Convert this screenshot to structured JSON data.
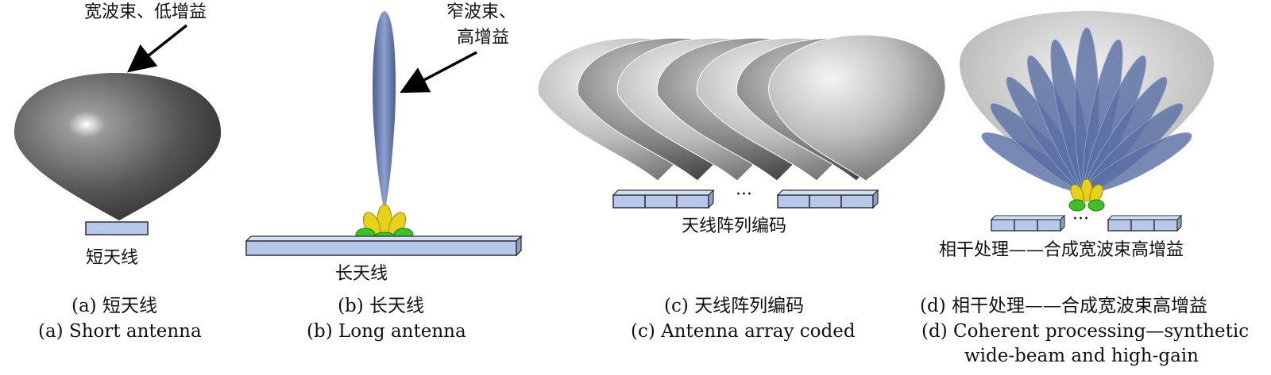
{
  "panels": [
    {
      "id": "a",
      "annotation": "宽波束、低增益",
      "element_label": "短天线",
      "caption_cn": "(a) 短天线",
      "caption_en": "(a) Short antenna"
    },
    {
      "id": "b",
      "annotation_line1": "窄波束、",
      "annotation_line2": "高增益",
      "element_label": "长天线",
      "caption_cn": "(b) 长天线",
      "caption_en": "(b) Long antenna"
    },
    {
      "id": "c",
      "ellipsis": "···",
      "element_label": "天线阵列编码",
      "caption_cn": "(c) 天线阵列编码",
      "caption_en": "(c) Antenna array coded"
    },
    {
      "id": "d",
      "ellipsis": "···",
      "element_label": "相干处理——合成宽波束高增益",
      "caption_cn": "(d) 相干处理——合成宽波束高增益",
      "caption_en_line1": "(d) Coherent processing—synthetic",
      "caption_en_line2": "wide-beam and high-gain"
    }
  ],
  "colors": {
    "antenna_fill": "#b8c8e8",
    "antenna_stroke": "#2a2f3a",
    "beam_blue": "#5a6fa3",
    "lobe_yellow": "#e6d21a",
    "lobe_green": "#3fbf2a",
    "gray_dark": "#4a4a4a",
    "gray_light": "#d4d4d4"
  }
}
